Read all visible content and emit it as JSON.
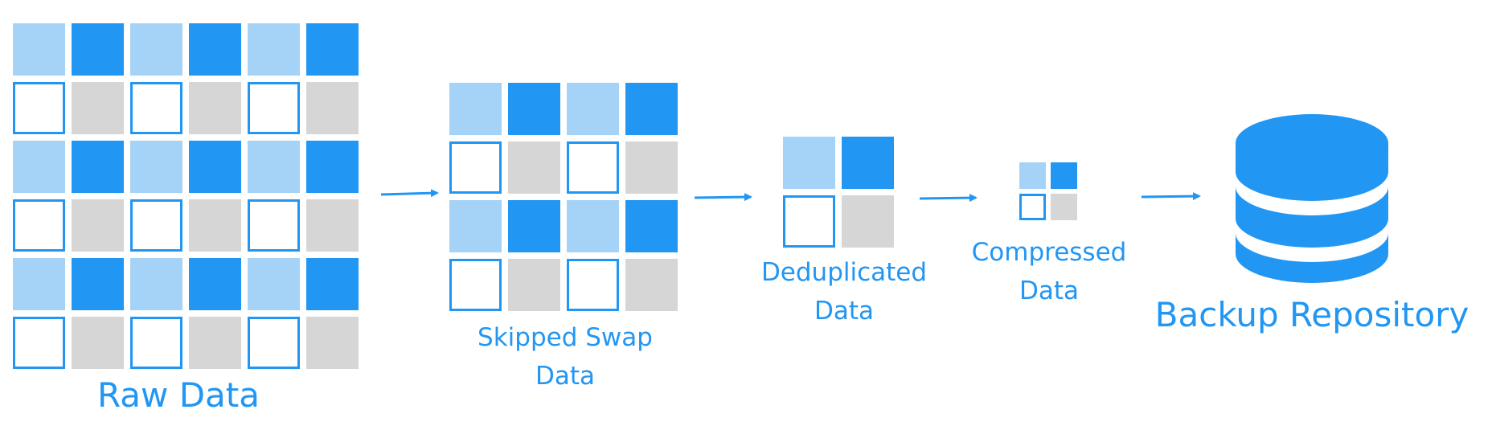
{
  "colors": {
    "light_blue": "#a5d3f8",
    "blue": "#2196f3",
    "gray": "#d6d6d6",
    "white_fill": "#ffffff",
    "outline": "#2196f3",
    "text": "#2196f3"
  },
  "stages": [
    {
      "key": "raw",
      "label_lines": [
        "Raw Data"
      ],
      "grid_rows": 6,
      "grid_cols": 6
    },
    {
      "key": "skipped",
      "label_lines": [
        "Skipped Swap",
        "Data"
      ],
      "grid_rows": 4,
      "grid_cols": 4
    },
    {
      "key": "dedup",
      "label_lines": [
        "Deduplicated",
        "Data"
      ],
      "grid_rows": 2,
      "grid_cols": 2
    },
    {
      "key": "compressed",
      "label_lines": [
        "Compressed",
        "Data"
      ],
      "grid_rows": 2,
      "grid_cols": 2
    },
    {
      "key": "repo",
      "label_lines": [
        "Backup Repository"
      ],
      "icon": "database-icon"
    }
  ],
  "pattern": {
    "odd_row": [
      "light_blue",
      "blue"
    ],
    "even_row": [
      "white_fill",
      "gray"
    ]
  },
  "arrows": 4
}
